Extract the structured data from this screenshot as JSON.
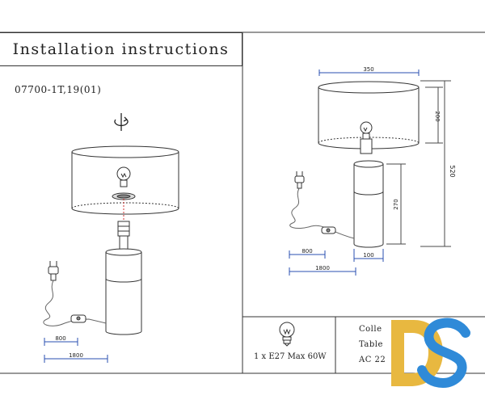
{
  "header": {
    "title": "Installation instructions",
    "model_code": "07700-1T,19(01)"
  },
  "left_diagram": {
    "dim_switch_to_lamp": "800",
    "dim_cable_length": "1800"
  },
  "right_diagram": {
    "dim_shade_width": "350",
    "dim_shade_height": "200",
    "dim_total_height": "520",
    "dim_base_height": "270",
    "dim_base_width": "100",
    "dim_switch_to_lamp": "800",
    "dim_cable_length": "1800"
  },
  "spec_box": {
    "bulb_spec": "1 x E27 Max 60W"
  },
  "info_box": {
    "line1": "Colle",
    "line2": "Table",
    "line3": "AC 22"
  },
  "colors": {
    "line": "#333333",
    "dimension_blue": "#2a4fb0",
    "dimension_dark": "#4a4a4a",
    "logo_yellow": "#e8b840",
    "logo_blue": "#2f8ad8"
  }
}
